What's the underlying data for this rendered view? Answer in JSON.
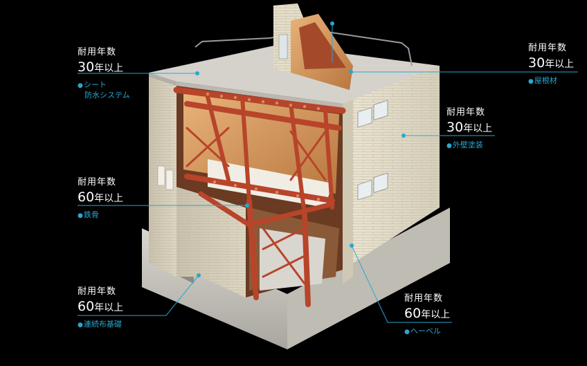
{
  "callouts": [
    {
      "id": "sheet",
      "label": "耐用年数",
      "years": "30",
      "unit": "年以上",
      "component_line1": "シート",
      "component_line2": "防水システム"
    },
    {
      "id": "roof",
      "label": "耐用年数",
      "years": "30",
      "unit": "年以上",
      "component_line1": "屋根材",
      "component_line2": ""
    },
    {
      "id": "paint",
      "label": "耐用年数",
      "years": "30",
      "unit": "年以上",
      "component_line1": "外壁塗装",
      "component_line2": ""
    },
    {
      "id": "steel",
      "label": "耐用年数",
      "years": "60",
      "unit": "年以上",
      "component_line1": "鉄骨",
      "component_line2": ""
    },
    {
      "id": "foundation",
      "label": "耐用年数",
      "years": "60",
      "unit": "年以上",
      "component_line1": "連続布基礎",
      "component_line2": ""
    },
    {
      "id": "hebel",
      "label": "耐用年数",
      "years": "60",
      "unit": "年以上",
      "component_line1": "へーベル",
      "component_line2": ""
    }
  ],
  "colors": {
    "accent": "#2aa6cf",
    "steel": "#b8442a",
    "wall": "#e6dfcd",
    "background": "#000000"
  }
}
